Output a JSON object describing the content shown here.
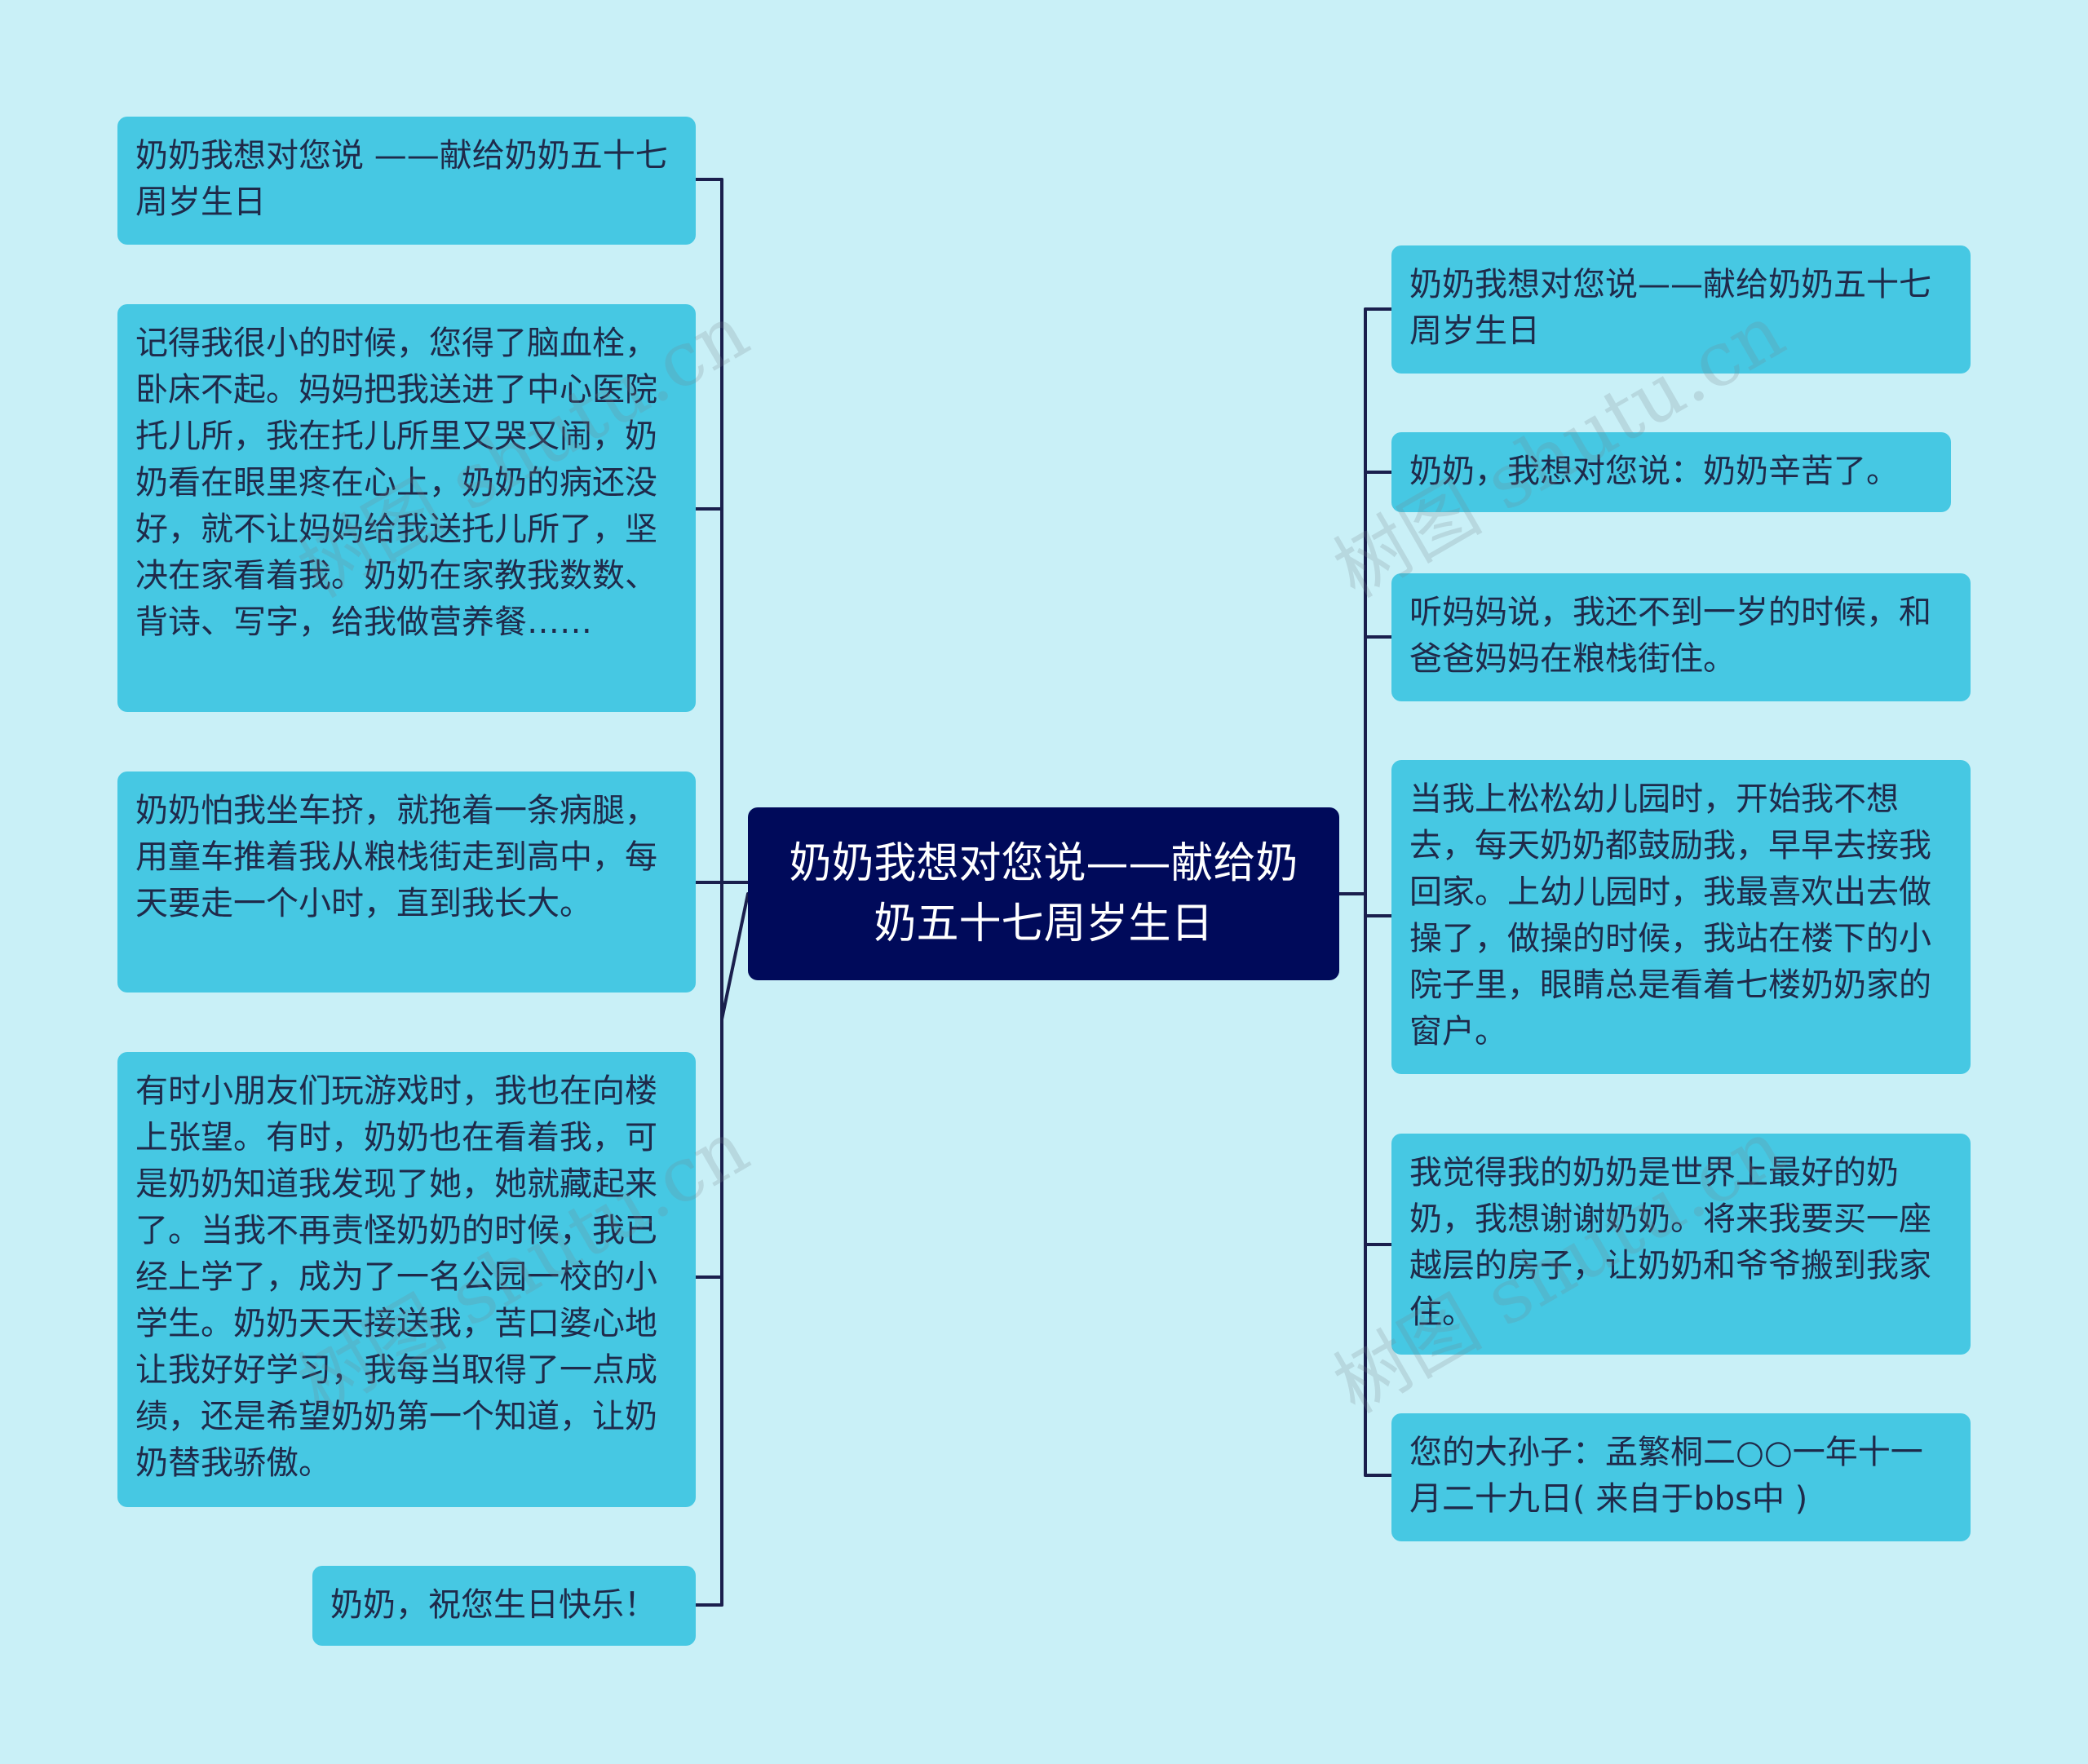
{
  "center": {
    "text": "奶奶我想对您说——献给奶奶五十七周岁生日"
  },
  "left": [
    {
      "text": "奶奶我想对您说 ——献给奶奶五十七周岁生日"
    },
    {
      "text": "记得我很小的时候，您得了脑血栓，卧床不起。妈妈把我送进了中心医院托儿所，我在托儿所里又哭又闹，奶奶看在眼里疼在心上，奶奶的病还没好，就不让妈妈给我送托儿所了，坚决在家看着我。奶奶在家教我数数、背诗、写字，给我做营养餐……"
    },
    {
      "text": "奶奶怕我坐车挤，就拖着一条病腿，用童车推着我从粮栈街走到高中，每天要走一个小时，直到我长大。"
    },
    {
      "text": "有时小朋友们玩游戏时，我也在向楼上张望。有时，奶奶也在看着我，可是奶奶知道我发现了她，她就藏起来了。当我不再责怪奶奶的时候，我已经上学了，成为了一名公园一校的小学生。奶奶天天接送我，苦口婆心地让我好好学习，我每当取得了一点成绩，还是希望奶奶第一个知道，让奶奶替我骄傲。"
    },
    {
      "text": "奶奶，祝您生日快乐！"
    }
  ],
  "right": [
    {
      "text": "奶奶我想对您说——献给奶奶五十七周岁生日"
    },
    {
      "text": "奶奶，我想对您说：奶奶辛苦了。"
    },
    {
      "text": "听妈妈说，我还不到一岁的时候，和爸爸妈妈在粮栈街住。"
    },
    {
      "text": "当我上松松幼儿园时，开始我不想去，每天奶奶都鼓励我，早早去接我回家。上幼儿园时，我最喜欢出去做操了，做操的时候，我站在楼下的小院子里，眼睛总是看着七楼奶奶家的窗户。"
    },
    {
      "text": "我觉得我的奶奶是世界上最好的奶奶，我想谢谢奶奶。将来我要买一座越层的房子，让奶奶和爷爷搬到我家住。"
    },
    {
      "text": "您的大孙子：孟繁桐二○○一年十一月二十九日( 来自于bbs中 )"
    }
  ],
  "watermark": "树图 shutu.cn",
  "colors": {
    "background": "#c9f0f7",
    "node": "#46c8e3",
    "center": "#000a5a",
    "connector": "#1a1f4d"
  }
}
